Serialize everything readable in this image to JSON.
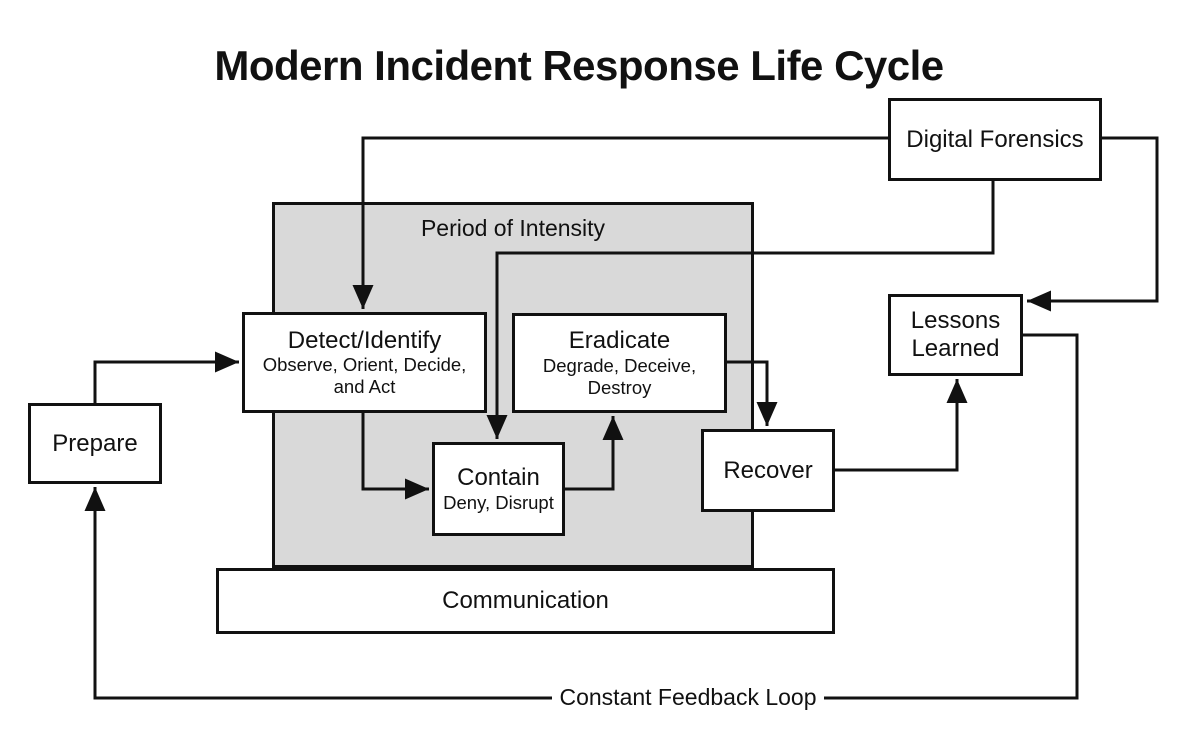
{
  "title": "Modern Incident Response Life Cycle",
  "colors": {
    "line": "#111111",
    "region_fill": "#d9d9d9",
    "box_fill": "#ffffff",
    "background": "#ffffff"
  },
  "regions": {
    "period_of_intensity": {
      "label": "Period of Intensity"
    }
  },
  "boxes": {
    "prepare": {
      "label": "Prepare"
    },
    "detect_identify": {
      "label": "Detect/Identify",
      "sublabel": "Observe, Orient, Decide, and Act"
    },
    "contain": {
      "label": "Contain",
      "sublabel": "Deny, Disrupt"
    },
    "eradicate": {
      "label": "Eradicate",
      "sublabel": "Degrade, Deceive, Destroy"
    },
    "recover": {
      "label": "Recover"
    },
    "digital_forensics": {
      "label": "Digital Forensics"
    },
    "lessons_learned": {
      "label": "Lessons Learned"
    },
    "communication": {
      "label": "Communication"
    }
  },
  "labels": {
    "constant_feedback_loop": "Constant Feedback Loop"
  }
}
